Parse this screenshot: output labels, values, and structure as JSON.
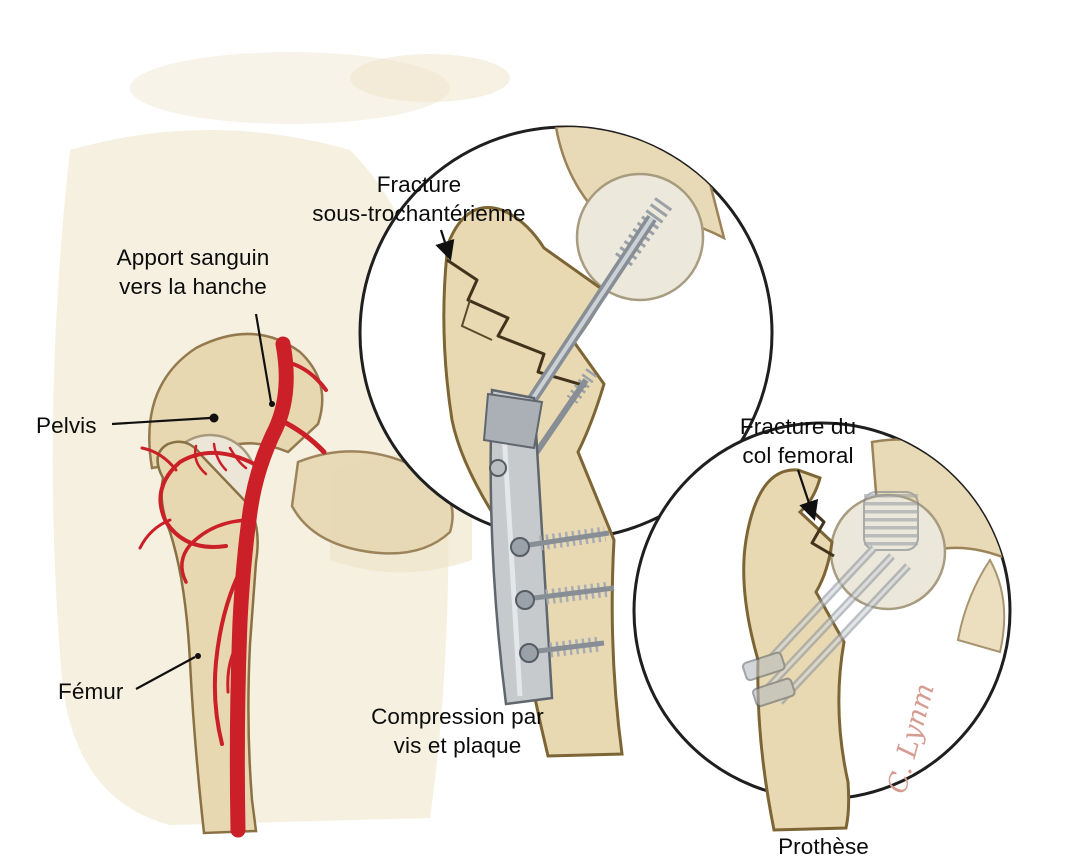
{
  "illustration": {
    "left_panel": {
      "blood_supply_label": {
        "line1": "Apport sanguin",
        "line2": "vers la hanche"
      },
      "pelvis_label": "Pelvis",
      "femur_label": "Fémur"
    },
    "middle_inset": {
      "fracture_label": {
        "line1": "Fracture",
        "line2": "sous-trochantérienne"
      },
      "fixation_label": {
        "line1": "Compression par",
        "line2": "vis et plaque"
      }
    },
    "right_inset": {
      "fracture_label": {
        "line1": "Fracture du",
        "line2": "col femoral"
      },
      "prosthesis_label": "Prothèse"
    },
    "signature": "C. Lynm",
    "colors": {
      "background": "#ffffff",
      "bone_fill": "#e8d9b3",
      "bone_outline": "#7d6535",
      "cartilage_fill": "#ece8db",
      "artery_red": "#cb2027",
      "metal_light": "#c6cacd",
      "metal_dark": "#878e95",
      "inset_ring": "#1f1f1f",
      "label_text": "#0c0c0c",
      "signature_pink": "#d59c92"
    }
  }
}
